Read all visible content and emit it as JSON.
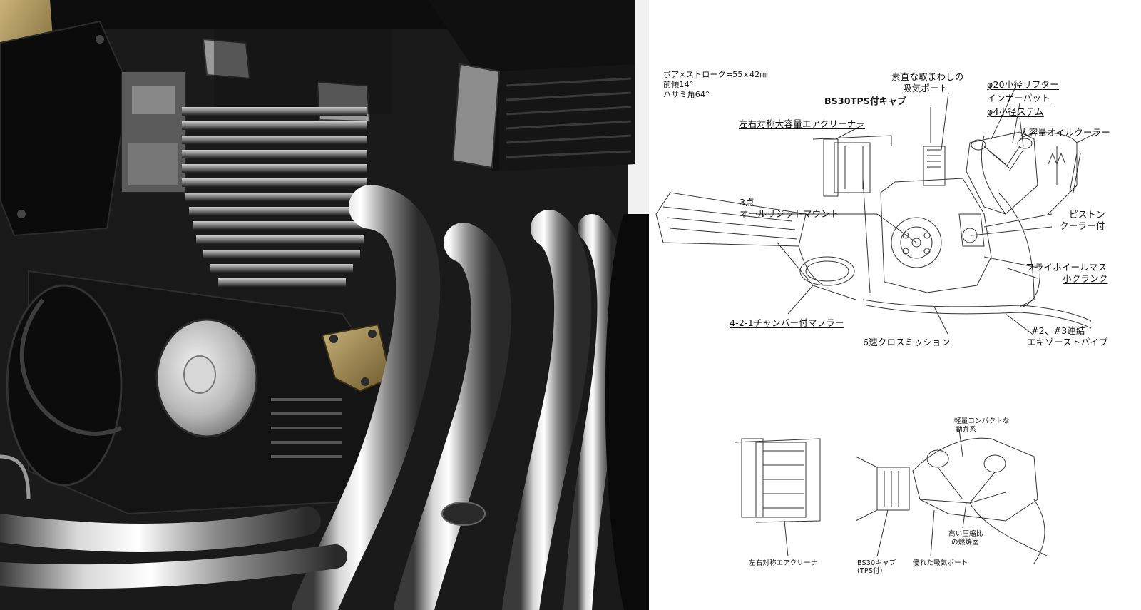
{
  "photo": {
    "subject": "motorcycle-engine-photo"
  },
  "spec_block": {
    "line1": "ボア×ストローク=55×42㎜",
    "line2": "前傾14°",
    "line3": "ハサミ角64°"
  },
  "upper_labels": {
    "intake_port_l1": "素直な取まわしの",
    "intake_port_l2": "吸気ポート",
    "carb": "BS30TPS付キャブ",
    "air_cleaner": "左右対称大容量エアクリーナー",
    "lifter": "φ20小径リフター",
    "pad": "インナーパット",
    "stem": "φ4小径ステム",
    "oil_cooler": "大容量オイルクーラー",
    "mount_l1": "3点",
    "mount_l2": "オールリジットマウント",
    "piston_l1": "ピストン",
    "piston_l2": "クーラー付",
    "flywheel_l1": "フライホイールマス",
    "flywheel_l2": "小クランク",
    "muffler": "4-2-1チャンバー付マフラー",
    "transmission": "6速クロスミッション",
    "exhaust_l1": "#2、#3連結",
    "exhaust_l2": "エキゾーストパイプ"
  },
  "lower_labels": {
    "valvetrain_l1": "軽量コンパクトな",
    "valvetrain_l2": "動弁系",
    "air_cleaner": "左右対称エアクリーナ",
    "carb_l1": "BS30キャブ",
    "carb_l2": "(TPS付)",
    "intake_port": "優れた吸気ポート",
    "combustion_l1": "高い圧縮比",
    "combustion_l2": "の燃焼室"
  }
}
